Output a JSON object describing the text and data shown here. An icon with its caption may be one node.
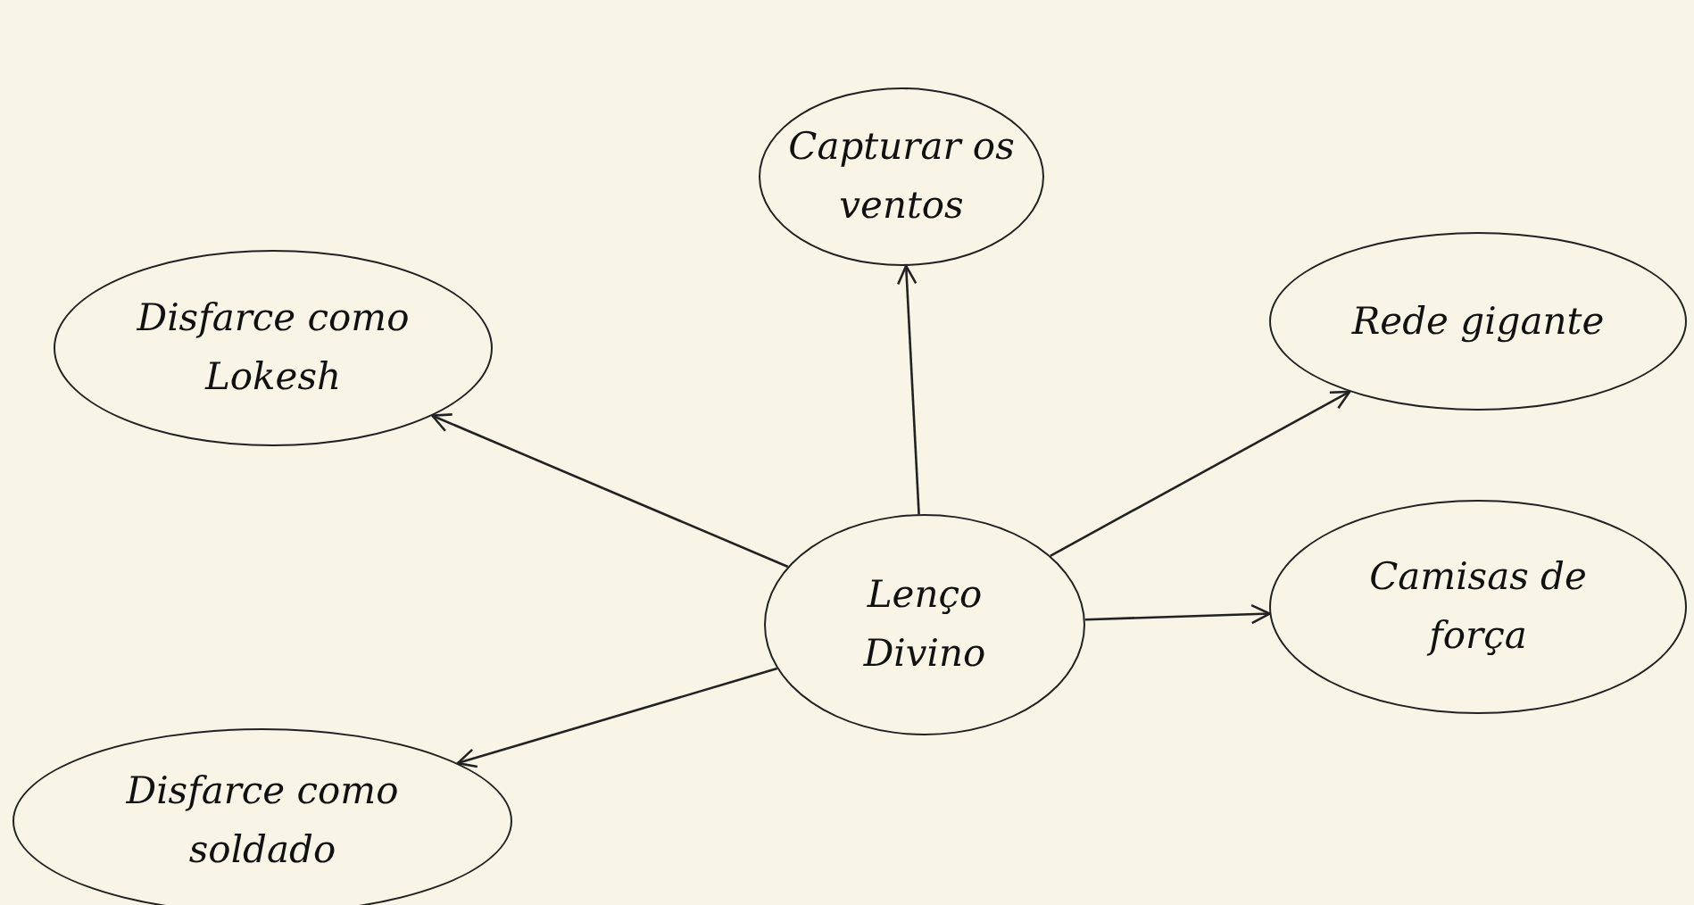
{
  "diagram": {
    "nodes": [
      {
        "text": [
          "Lenço Divino"
        ]
      },
      {
        "text": [
          "Capturar os ventos"
        ]
      },
      {
        "text": [
          "Disfarce como Lokesh"
        ]
      },
      {
        "text": [
          "Rede gigante"
        ]
      },
      {
        "text": [
          "Camisas de força"
        ]
      },
      {
        "text": [
          "Disfarce como soldado"
        ]
      }
    ],
    "edges": [
      {
        "from": 0,
        "to": 1,
        "arrow": "to"
      },
      {
        "from": 0,
        "to": 2,
        "arrow": "to"
      },
      {
        "from": 0,
        "to": 3,
        "arrow": "to"
      },
      {
        "from": 0,
        "to": 4,
        "arrow": "to"
      },
      {
        "from": 0,
        "to": 5,
        "arrow": "to"
      }
    ]
  }
}
